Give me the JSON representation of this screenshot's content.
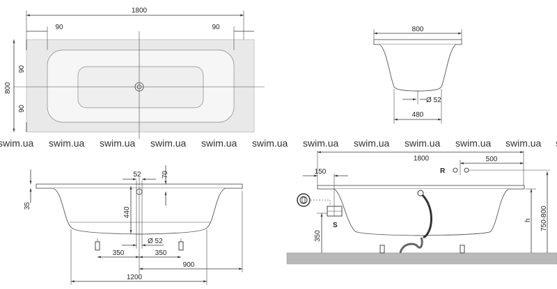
{
  "watermark": "swim.ua",
  "top_view": {
    "length": "1800",
    "margin_left": "90",
    "margin_right": "90",
    "width": "800",
    "margin_top": "90",
    "margin_bottom": "90"
  },
  "end_view": {
    "width": "800",
    "drain_diameter": "Ø 52",
    "base_width": "480"
  },
  "side_section": {
    "rim": "35",
    "overflow_diameter": "52",
    "overflow_offset": "70",
    "depth": "440",
    "drain_diameter": "Ø 52",
    "foot_left": "350",
    "foot_right": "350",
    "to_end": "900",
    "base_length": "1200"
  },
  "install_view": {
    "length": "1800",
    "tap_offset": "500",
    "tap_label": "R",
    "edge_offset": "150",
    "socket_label": "S",
    "socket_height": "350",
    "height_label": "h",
    "total_height": "750-800"
  },
  "colors": {
    "floor": "#b9b9b9",
    "bath_shadow": "#e6e6e6"
  }
}
